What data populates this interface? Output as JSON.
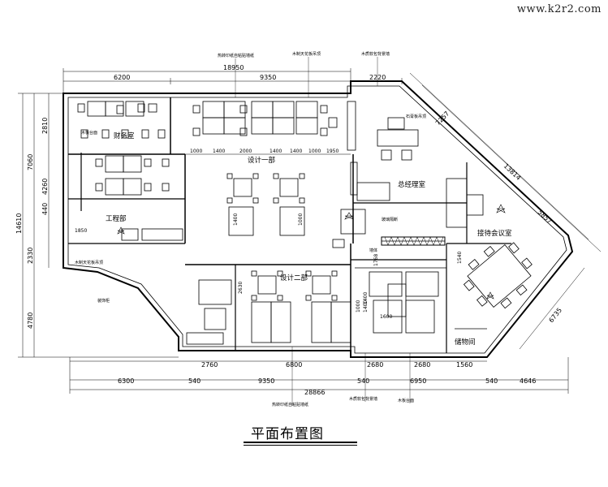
{
  "watermark": "www.k2r2.com",
  "title": "平面布置图",
  "dims_top": {
    "overall": "18950",
    "parts": [
      "6200",
      "9350",
      "2220"
    ],
    "row_segments": [
      "1000",
      "1400",
      "2000",
      "1400",
      "1400",
      "1000",
      "1950"
    ]
  },
  "dims_bottom": {
    "overall": "28866",
    "row1": [
      "2760",
      "6800",
      "2680",
      "2680",
      "1560"
    ],
    "row2": [
      "6300",
      "540",
      "9350",
      "540",
      "6950",
      "540",
      "4646"
    ]
  },
  "dims_left": {
    "overall": "14610",
    "parts": [
      "7060",
      "2330",
      "4780"
    ],
    "small": [
      "2810",
      "4260",
      "440",
      "1850"
    ]
  },
  "dims_right": {
    "overall": "13814",
    "parts": [
      "7257",
      "5857",
      "6735"
    ],
    "small": [
      "1540",
      "1768",
      "1000",
      "1400",
      "1600",
      "1400",
      "1000",
      "2630",
      "1400"
    ]
  },
  "rooms": {
    "finance": "财务室",
    "design1": "设计一部",
    "design2": "设计二部",
    "engineering": "工程部",
    "manager": "总经理室",
    "conference": "接待会议室",
    "storage": "储物间"
  },
  "notes": {
    "n1": "热转印纸自粘贴墙纸",
    "n2": "木制天花板吊顶",
    "n3": "木质软包背景墙",
    "n4": "木板台面",
    "n5": "石膏板吊顶",
    "n6": "玻璃隔断",
    "n7": "墙体",
    "n8": "装饰柜"
  }
}
